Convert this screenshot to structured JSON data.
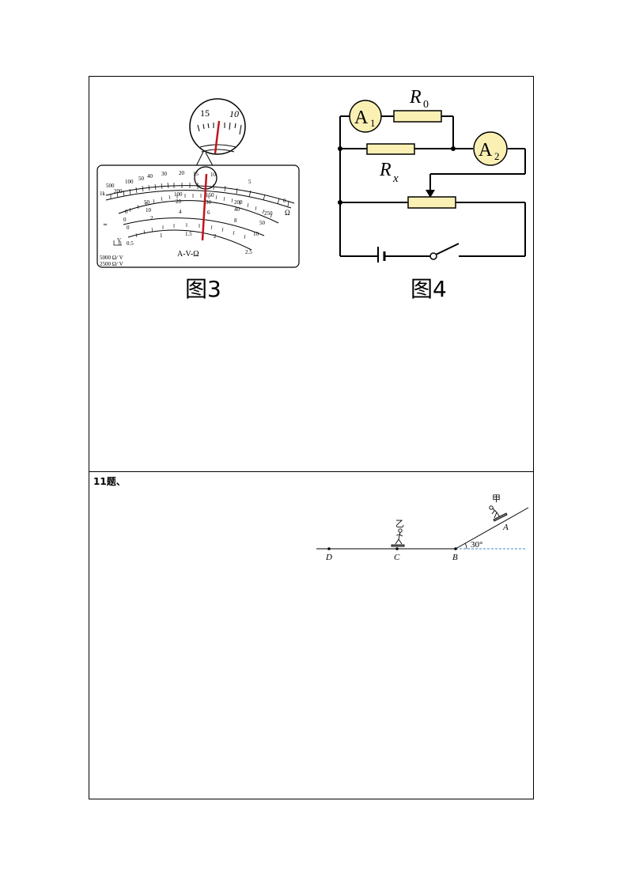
{
  "fig3": {
    "caption": "图3",
    "meter_label": "A-V-Ω",
    "sens_1": "5000  Ω/ V",
    "sens_2": "2500  Ω/ V",
    "ohm_symbol": "Ω",
    "zoom_left": "15",
    "zoom_right": "10",
    "ohm_ticks": [
      "1k",
      "500",
      "200",
      "100",
      "50",
      "40",
      "30",
      "20",
      "15",
      "10",
      "5",
      "0"
    ],
    "dc_ticks": [
      "0",
      "50",
      "100",
      "150",
      "200",
      "250"
    ],
    "dc_ticks_b": [
      "0",
      "10",
      "20",
      "30",
      "40",
      "50"
    ],
    "dc_ticks_c": [
      "0",
      "2",
      "4",
      "6",
      "8",
      "10"
    ],
    "ac_ticks": [
      "0",
      "0.5",
      "1",
      "1.5",
      "2",
      "2.5"
    ],
    "needle_color": "#c0141e"
  },
  "fig4": {
    "caption": "图4",
    "a1": "A",
    "a1_sub": "1",
    "a2": "A",
    "a2_sub": "2",
    "r0": "R",
    "r0_sub": "0",
    "rx": "R",
    "rx_sub": "x",
    "resistor_fill": "#fbf0b4",
    "meter_fill": "#fbf0b4"
  },
  "q11": {
    "label": "11题、",
    "jia": "甲",
    "yi": "乙",
    "pt_a": "A",
    "pt_b": "B",
    "pt_c": "C",
    "pt_d": "D",
    "angle": "30°",
    "dash_color": "#3a8fc7"
  }
}
